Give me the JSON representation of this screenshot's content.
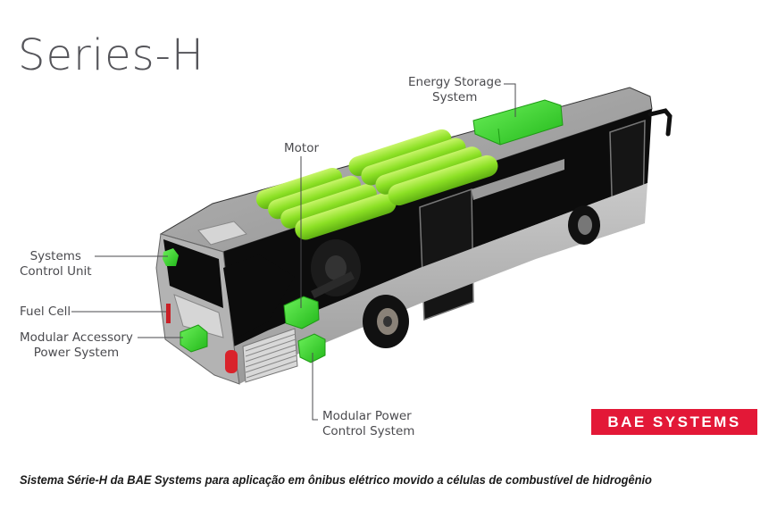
{
  "title": "Series-H",
  "labels": {
    "energy_storage_line1": "Energy Storage",
    "energy_storage_line2": "System",
    "motor": "Motor",
    "systems_control_line1": "Systems",
    "systems_control_line2": "Control Unit",
    "fuel_cell": "Fuel Cell",
    "accessory_power_line1": "Modular Accessory",
    "accessory_power_line2": "Power System",
    "power_control_line1": "Modular Power",
    "power_control_line2": "Control System"
  },
  "logo": {
    "text": "BAE SYSTEMS",
    "color": "#e31837"
  },
  "caption": "Sistema Série-H da BAE Systems para aplicação em ônibus elétrico movido a células de combustível de hidrogênio",
  "colors": {
    "component_green": "#3ddc2e",
    "tank_green": "#8be024",
    "bus_body": "#a9a9a9",
    "window": "#0c0c0c",
    "text": "#4a4a4e"
  }
}
